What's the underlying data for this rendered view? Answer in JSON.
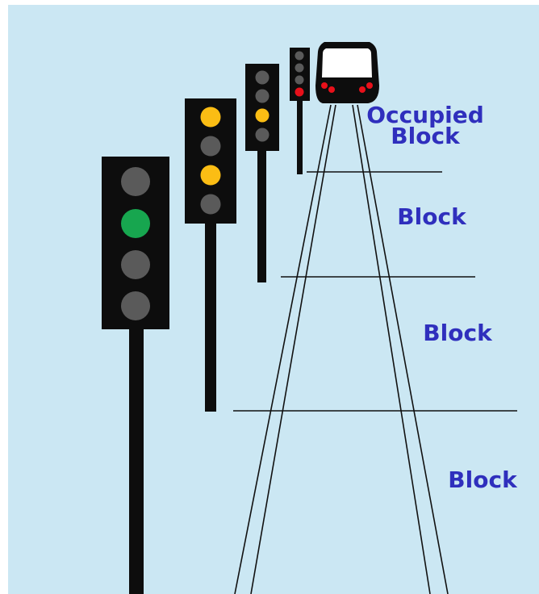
{
  "colors": {
    "background": "#cbe7f3",
    "label": "#2f2fbd",
    "signal_housing": "#0d0d0d",
    "lamp_off": "#5a5a5a",
    "lamp_green": "#17a64f",
    "lamp_yellow": "#fbbd14",
    "lamp_red": "#e8101a",
    "track": "#111111"
  },
  "labels": {
    "occupied_line1": "Occupied",
    "occupied_line2": "Block",
    "block_1": "Block",
    "block_2": "Block",
    "block_3": "Block"
  },
  "signals": [
    {
      "name": "signal-green",
      "aspect": "green",
      "lamps": [
        "off",
        "green",
        "off",
        "off"
      ]
    },
    {
      "name": "signal-double-yellow",
      "aspect": "double yellow",
      "lamps": [
        "yellow",
        "off",
        "yellow",
        "off"
      ]
    },
    {
      "name": "signal-single-yellow",
      "aspect": "single yellow",
      "lamps": [
        "off",
        "off",
        "yellow",
        "off"
      ]
    },
    {
      "name": "signal-red",
      "aspect": "red",
      "lamps": [
        "off",
        "off",
        "off",
        "red"
      ]
    }
  ],
  "train": {
    "icon": "train-front-icon",
    "lights": "red"
  }
}
